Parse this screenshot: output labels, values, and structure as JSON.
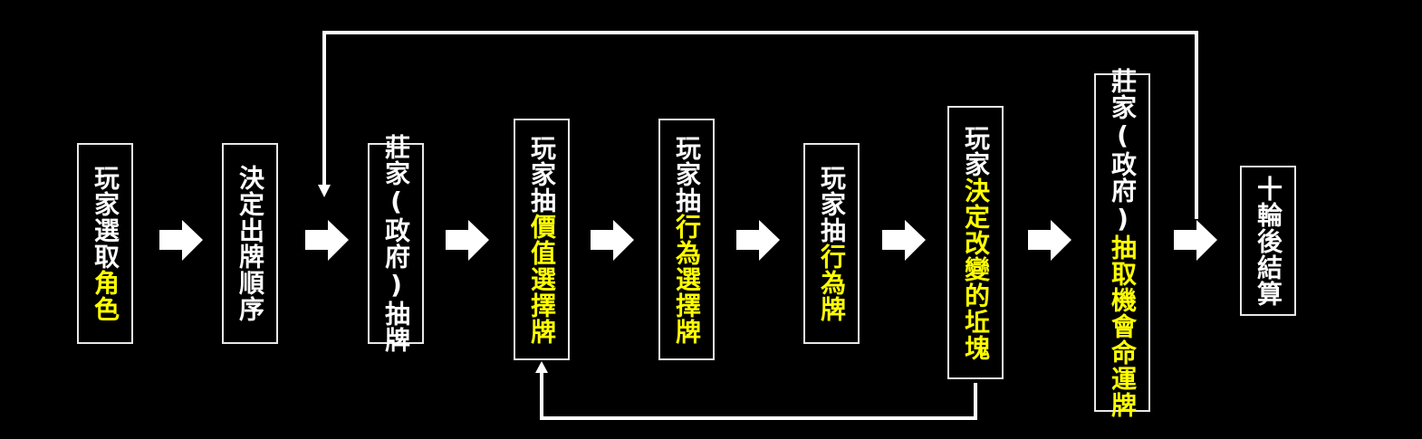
{
  "colors": {
    "background": "#000000",
    "text": "#ffffff",
    "highlight": "#ffff00",
    "border": "#e8e8e8",
    "connector": "#ffffff"
  },
  "steps": [
    {
      "id": "choose-role",
      "segments": [
        {
          "text": "玩家選取",
          "color": "white"
        },
        {
          "text": "角色",
          "color": "yellow"
        }
      ]
    },
    {
      "id": "decide-order",
      "segments": [
        {
          "text": "決定出牌順序",
          "color": "white"
        }
      ]
    },
    {
      "id": "banker-draw",
      "segments": [
        {
          "text": "莊家(政府)抽牌",
          "color": "white"
        }
      ]
    },
    {
      "id": "draw-value-choice",
      "segments": [
        {
          "text": "玩家抽",
          "color": "white"
        },
        {
          "text": "價值選擇牌",
          "color": "yellow"
        }
      ]
    },
    {
      "id": "draw-action-choice",
      "segments": [
        {
          "text": "玩家抽",
          "color": "white"
        },
        {
          "text": "行為選擇牌",
          "color": "yellow"
        }
      ]
    },
    {
      "id": "draw-action",
      "segments": [
        {
          "text": "玩家抽",
          "color": "white"
        },
        {
          "text": "行為牌",
          "color": "yellow"
        }
      ]
    },
    {
      "id": "decide-plot",
      "segments": [
        {
          "text": "玩家",
          "color": "white"
        },
        {
          "text": "決定改變的坵塊",
          "color": "yellow"
        }
      ]
    },
    {
      "id": "banker-draw-chance",
      "segments": [
        {
          "text": "莊家(政府)",
          "color": "white"
        },
        {
          "text": "抽取機會命運牌",
          "color": "yellow"
        }
      ]
    },
    {
      "id": "settle",
      "segments": [
        {
          "text": "十輪後結算",
          "color": "white"
        }
      ]
    }
  ],
  "connectors": [
    {
      "from": "banker-draw-chance",
      "to": "banker-draw",
      "type": "loop-back-top"
    },
    {
      "from": "decide-plot",
      "to": "draw-value-choice",
      "type": "loop-back-bottom"
    }
  ]
}
